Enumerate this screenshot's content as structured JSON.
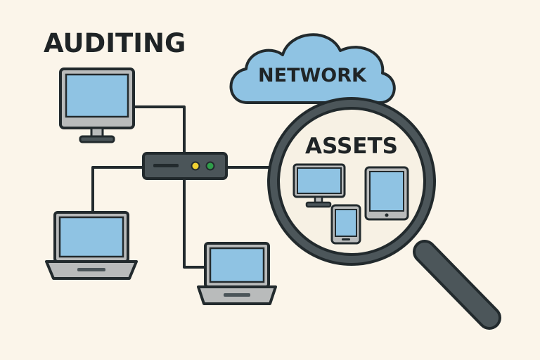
{
  "labels": {
    "title": "AUDITING",
    "cloud": "NETWORK",
    "lens": "ASSETS"
  },
  "colors": {
    "background": "#fbf5ea",
    "screen": "#8fc3e3",
    "cloud": "#8fc3e3",
    "outline": "#222a2d",
    "device_body": "#b9bbbb",
    "switch_body": "#4b5559",
    "led_yellow": "#f1d232",
    "led_green": "#2f9e4a",
    "lens_handle": "#4c565a",
    "lens_glass": "#f7f1e4"
  },
  "icons": [
    "desktop-monitor-icon",
    "network-switch-icon",
    "laptop-icon",
    "cloud-icon",
    "magnifying-glass-icon",
    "tablet-icon",
    "phone-icon"
  ]
}
